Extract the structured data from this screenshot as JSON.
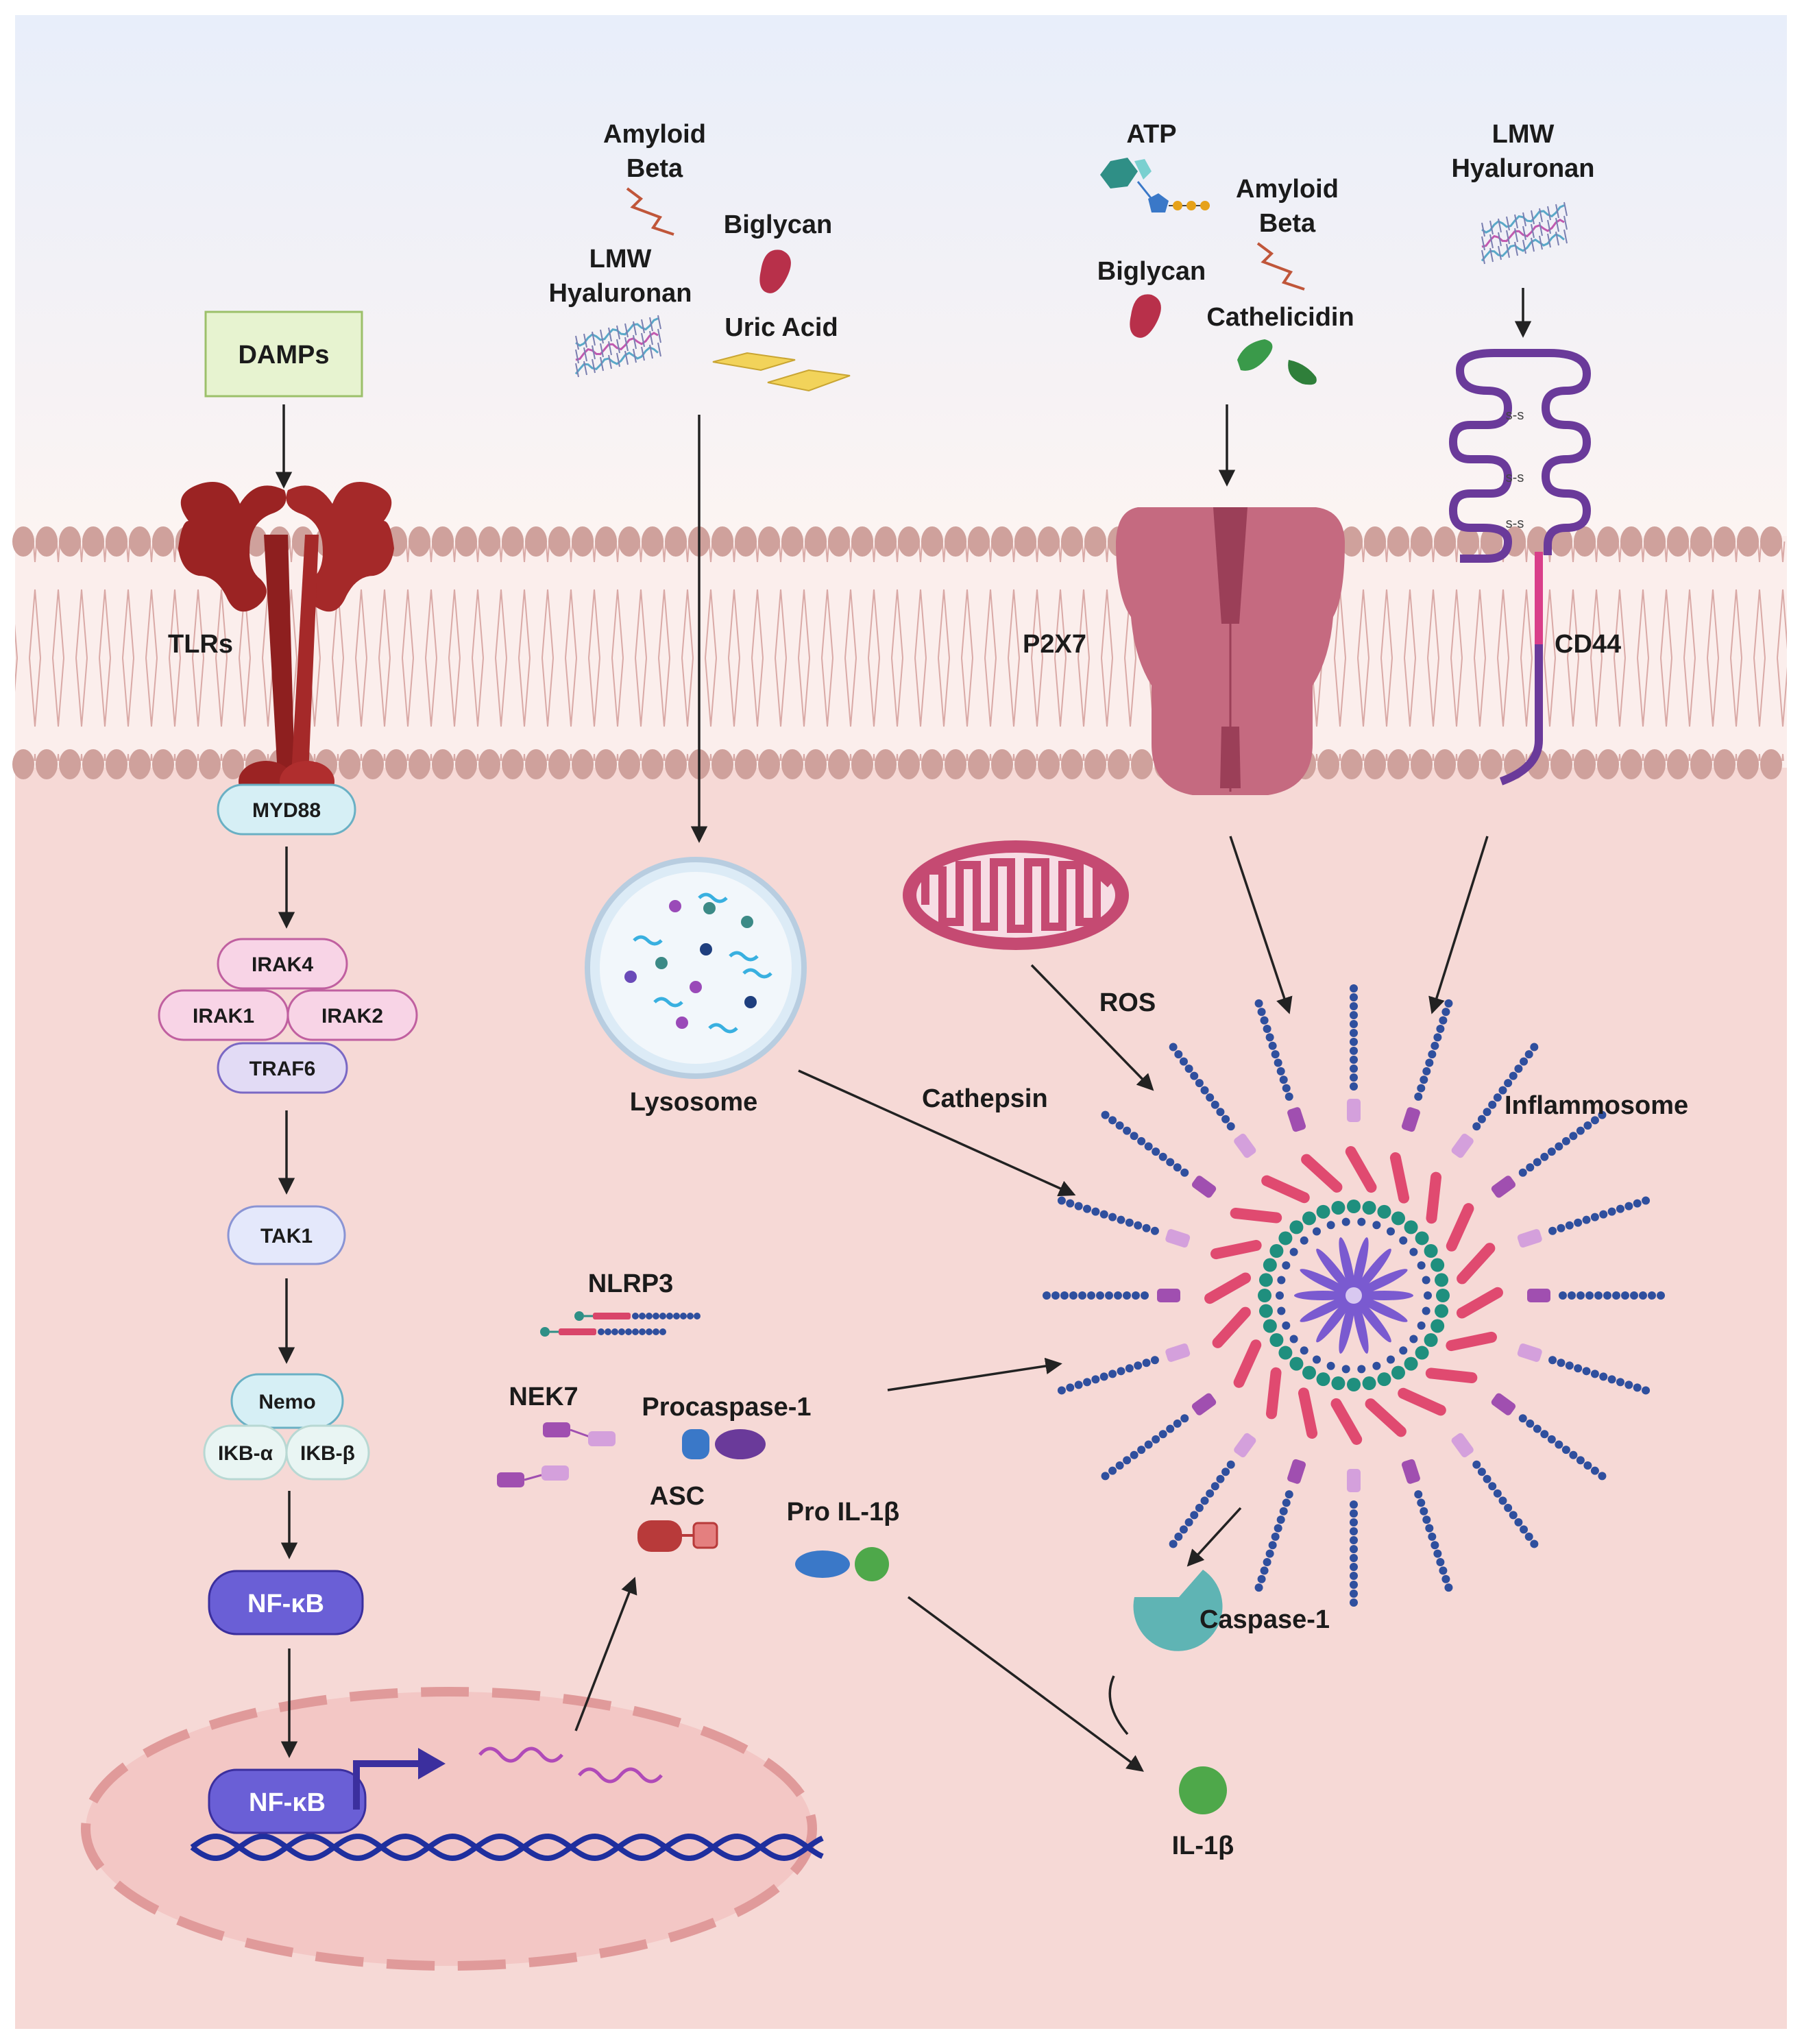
{
  "colors": {
    "extracellular_top": "#e9f0fb",
    "extracellular_bottom": "#fdf6f4",
    "cytoplasm": "#f6d9d6",
    "membrane_head": "#cfa19c",
    "nucleus": "#f3c7c5",
    "tlr": "#9b2323",
    "p2x7": "#c56a80",
    "cd44": "#6a3a9a",
    "nfkb": "#6a5fd6",
    "caspase": "#5fb4b4",
    "il1b": "#4ea84a"
  },
  "labels": {
    "damps": "DAMPs",
    "tlrs": "TLRs",
    "myd88": "MYD88",
    "irak4": "IRAK4",
    "irak1": "IRAK1",
    "irak2": "IRAK2",
    "traf6": "TRAF6",
    "tak1": "TAK1",
    "nemo": "Nemo",
    "ikb_a": "IKB-α",
    "ikb_b": "IKB-β",
    "nfkb_cyto": "NF-κB",
    "nfkb_nuc": "NF-κB",
    "amyloid_beta_1_l1": "Amyloid",
    "amyloid_beta_1_l2": "Beta",
    "lmw_hyaluronan_1_l1": "LMW",
    "lmw_hyaluronan_1_l2": "Hyaluronan",
    "biglycan_1": "Biglycan",
    "uric_acid": "Uric Acid",
    "atp": "ATP",
    "amyloid_beta_2_l1": "Amyloid",
    "amyloid_beta_2_l2": "Beta",
    "biglycan_2": "Biglycan",
    "cathelicidin": "Cathelicidin",
    "lmw_hyaluronan_2_l1": "LMW",
    "lmw_hyaluronan_2_l2": "Hyaluronan",
    "p2x7": "P2X7",
    "cd44": "CD44",
    "ss": "s-s",
    "lysosome": "Lysosome",
    "cathepsin": "Cathepsin",
    "ros": "ROS",
    "inflammosome": "Inflammosome",
    "nlrp3": "NLRP3",
    "nek7": "NEK7",
    "procaspase1": "Procaspase-1",
    "asc": "ASC",
    "pro_il1b": "Pro IL-1β",
    "caspase1": "Caspase-1",
    "il1b": "IL-1β"
  }
}
